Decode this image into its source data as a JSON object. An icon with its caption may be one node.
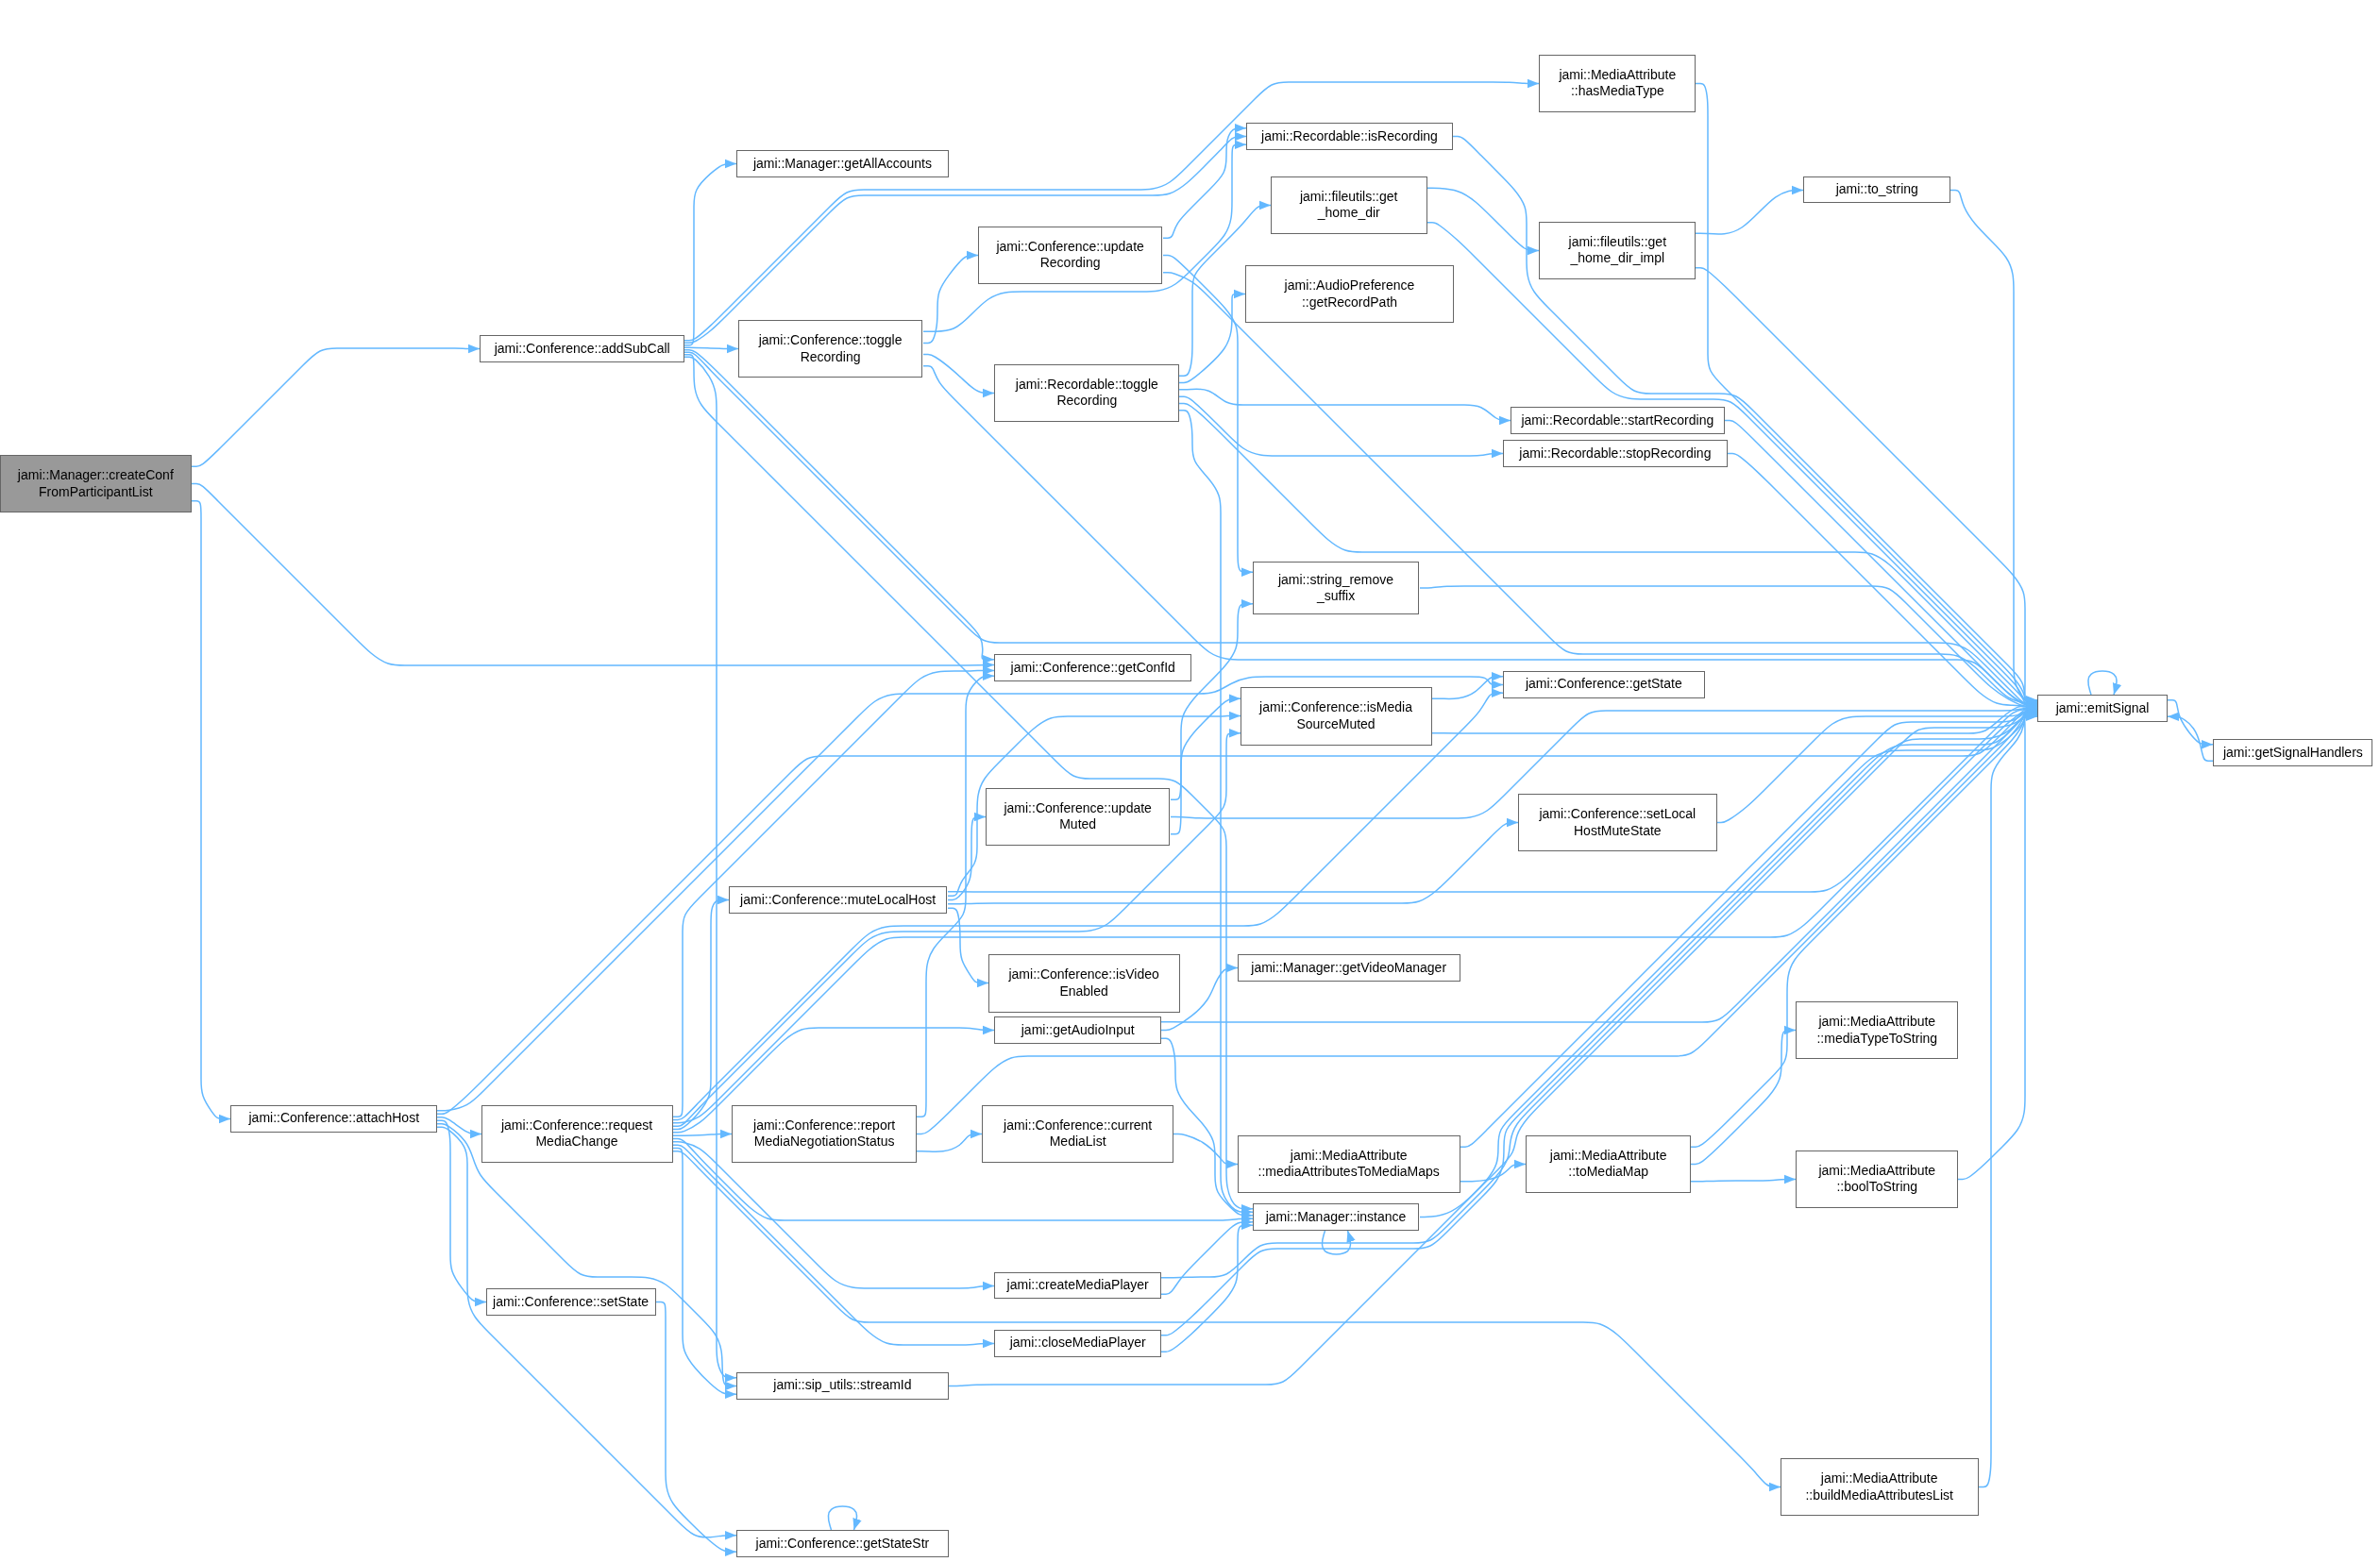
{
  "diagram": {
    "nodes": [
      {
        "text": [
          "jami::Manager::createConf FromParticipantList"
        ]
      },
      {
        "text": [
          "jami::Conference::addSubCall"
        ]
      },
      {
        "text": [
          "jami::Conference::attachHost"
        ]
      },
      {
        "text": [
          "jami::MediaAttribute ::hasMediaType"
        ]
      },
      {
        "text": [
          "jami::Manager::getAllAccounts"
        ]
      },
      {
        "text": [
          "jami::Recordable::isRecording"
        ]
      },
      {
        "text": [
          "jami::Conference::toggle Recording"
        ]
      },
      {
        "text": [
          "jami::Conference::update Recording"
        ]
      },
      {
        "text": [
          "jami::fileutils::get _home_dir"
        ]
      },
      {
        "text": [
          "jami::AudioPreference ::getRecordPath"
        ]
      },
      {
        "text": [
          "jami::fileutils::get _home_dir_impl"
        ]
      },
      {
        "text": [
          "jami::to_string"
        ]
      },
      {
        "text": [
          "jami::Recordable::toggle Recording"
        ]
      },
      {
        "text": [
          "jami::Recordable::startRecording"
        ]
      },
      {
        "text": [
          "jami::Recordable::stopRecording"
        ]
      },
      {
        "text": [
          "jami::string_remove _suffix"
        ]
      },
      {
        "text": [
          "jami::Conference::getConfId"
        ]
      },
      {
        "text": [
          "jami::Conference::getState"
        ]
      },
      {
        "text": [
          "jami::Conference::isMedia SourceMuted"
        ]
      },
      {
        "text": [
          "jami::emitSignal"
        ]
      },
      {
        "text": [
          "jami::getSignalHandlers"
        ]
      },
      {
        "text": [
          "jami::Conference::update Muted"
        ]
      },
      {
        "text": [
          "jami::Conference::setLocal HostMuteState"
        ]
      },
      {
        "text": [
          "jami::Conference::muteLocalHost"
        ]
      },
      {
        "text": [
          "jami::Conference::isVideo Enabled"
        ]
      },
      {
        "text": [
          "jami::Manager::getVideoManager"
        ]
      },
      {
        "text": [
          "jami::getAudioInput"
        ]
      },
      {
        "text": [
          "jami::MediaAttribute ::mediaTypeToString"
        ]
      },
      {
        "text": [
          "jami::Conference::request MediaChange"
        ]
      },
      {
        "text": [
          "jami::Conference::report MediaNegotiationStatus"
        ]
      },
      {
        "text": [
          "jami::Conference::current MediaList"
        ]
      },
      {
        "text": [
          "jami::MediaAttribute ::mediaAttributesToMediaMaps"
        ]
      },
      {
        "text": [
          "jami::MediaAttribute ::toMediaMap"
        ]
      },
      {
        "text": [
          "jami::MediaAttribute ::boolToString"
        ]
      },
      {
        "text": [
          "jami::Manager::instance"
        ]
      },
      {
        "text": [
          "jami::createMediaPlayer"
        ]
      },
      {
        "text": [
          "jami::closeMediaPlayer"
        ]
      },
      {
        "text": [
          "jami::Conference::setState"
        ]
      },
      {
        "text": [
          "jami::sip_utils::streamId"
        ]
      },
      {
        "text": [
          "jami::MediaAttribute ::buildMediaAttributesList"
        ]
      },
      {
        "text": [
          "jami::Conference::getStateStr"
        ]
      }
    ],
    "edges": [
      {
        "from": 0,
        "to": 1,
        "arrow": "to"
      },
      {
        "from": 0,
        "to": 16,
        "arrow": "to"
      },
      {
        "from": 0,
        "to": 2,
        "arrow": "to"
      },
      {
        "from": 1,
        "to": 19,
        "arrow": "to"
      },
      {
        "from": 1,
        "to": 3,
        "arrow": "to"
      },
      {
        "from": 1,
        "to": 4,
        "arrow": "to"
      },
      {
        "from": 1,
        "to": 5,
        "arrow": "to"
      },
      {
        "from": 1,
        "to": 6,
        "arrow": "to"
      },
      {
        "from": 1,
        "to": 16,
        "arrow": "to"
      },
      {
        "from": 1,
        "to": 34,
        "arrow": "to"
      },
      {
        "from": 1,
        "to": 38,
        "arrow": "to"
      },
      {
        "from": 6,
        "to": 5,
        "arrow": "to"
      },
      {
        "from": 6,
        "to": 7,
        "arrow": "to"
      },
      {
        "from": 6,
        "to": 12,
        "arrow": "to"
      },
      {
        "from": 6,
        "to": 19,
        "arrow": "to"
      },
      {
        "from": 7,
        "to": 5,
        "arrow": "to"
      },
      {
        "from": 7,
        "to": 15,
        "arrow": "to"
      },
      {
        "from": 7,
        "to": 19,
        "arrow": "to"
      },
      {
        "from": 12,
        "to": 8,
        "arrow": "to"
      },
      {
        "from": 12,
        "to": 9,
        "arrow": "to"
      },
      {
        "from": 12,
        "to": 13,
        "arrow": "to"
      },
      {
        "from": 12,
        "to": 14,
        "arrow": "to"
      },
      {
        "from": 12,
        "to": 19,
        "arrow": "to"
      },
      {
        "from": 12,
        "to": 34,
        "arrow": "to"
      },
      {
        "from": 8,
        "to": 10,
        "arrow": "to"
      },
      {
        "from": 8,
        "to": 19,
        "arrow": "to"
      },
      {
        "from": 10,
        "to": 11,
        "arrow": "to"
      },
      {
        "from": 10,
        "to": 19,
        "arrow": "to"
      },
      {
        "from": 11,
        "to": 19,
        "arrow": "to"
      },
      {
        "from": 3,
        "to": 19,
        "arrow": "to"
      },
      {
        "from": 5,
        "to": 19,
        "arrow": "to"
      },
      {
        "from": 13,
        "to": 19,
        "arrow": "to"
      },
      {
        "from": 14,
        "to": 19,
        "arrow": "to"
      },
      {
        "from": 15,
        "to": 19,
        "arrow": "to"
      },
      {
        "from": 2,
        "to": 19,
        "arrow": "to"
      },
      {
        "from": 2,
        "to": 17,
        "arrow": "to"
      },
      {
        "from": 2,
        "to": 28,
        "arrow": "to"
      },
      {
        "from": 2,
        "to": 37,
        "arrow": "to"
      },
      {
        "from": 2,
        "to": 38,
        "arrow": "to"
      },
      {
        "from": 2,
        "to": 40,
        "arrow": "to"
      },
      {
        "from": 28,
        "to": 16,
        "arrow": "to"
      },
      {
        "from": 28,
        "to": 17,
        "arrow": "to"
      },
      {
        "from": 28,
        "to": 18,
        "arrow": "to"
      },
      {
        "from": 28,
        "to": 23,
        "arrow": "to"
      },
      {
        "from": 28,
        "to": 26,
        "arrow": "to"
      },
      {
        "from": 28,
        "to": 29,
        "arrow": "to"
      },
      {
        "from": 28,
        "to": 34,
        "arrow": "to"
      },
      {
        "from": 28,
        "to": 35,
        "arrow": "to"
      },
      {
        "from": 28,
        "to": 36,
        "arrow": "to"
      },
      {
        "from": 28,
        "to": 38,
        "arrow": "to"
      },
      {
        "from": 28,
        "to": 19,
        "arrow": "to"
      },
      {
        "from": 28,
        "to": 39,
        "arrow": "to"
      },
      {
        "from": 23,
        "to": 18,
        "arrow": "to"
      },
      {
        "from": 23,
        "to": 21,
        "arrow": "to"
      },
      {
        "from": 23,
        "to": 22,
        "arrow": "to"
      },
      {
        "from": 23,
        "to": 24,
        "arrow": "to"
      },
      {
        "from": 23,
        "to": 19,
        "arrow": "to"
      },
      {
        "from": 21,
        "to": 15,
        "arrow": "to"
      },
      {
        "from": 21,
        "to": 18,
        "arrow": "to"
      },
      {
        "from": 21,
        "to": 19,
        "arrow": "to"
      },
      {
        "from": 18,
        "to": 17,
        "arrow": "to"
      },
      {
        "from": 18,
        "to": 19,
        "arrow": "to"
      },
      {
        "from": 22,
        "to": 19,
        "arrow": "to"
      },
      {
        "from": 26,
        "to": 25,
        "arrow": "to"
      },
      {
        "from": 26,
        "to": 19,
        "arrow": "to"
      },
      {
        "from": 26,
        "to": 34,
        "arrow": "to"
      },
      {
        "from": 29,
        "to": 16,
        "arrow": "to"
      },
      {
        "from": 29,
        "to": 30,
        "arrow": "to"
      },
      {
        "from": 29,
        "to": 19,
        "arrow": "to"
      },
      {
        "from": 30,
        "to": 31,
        "arrow": "to"
      },
      {
        "from": 31,
        "to": 32,
        "arrow": "to"
      },
      {
        "from": 31,
        "to": 19,
        "arrow": "to"
      },
      {
        "from": 32,
        "to": 27,
        "arrow": "to"
      },
      {
        "from": 32,
        "to": 33,
        "arrow": "to"
      },
      {
        "from": 32,
        "to": 19,
        "arrow": "to"
      },
      {
        "from": 33,
        "to": 19,
        "arrow": "to"
      },
      {
        "from": 34,
        "to": 34,
        "arrow": "to"
      },
      {
        "from": 34,
        "to": 19,
        "arrow": "to"
      },
      {
        "from": 35,
        "to": 34,
        "arrow": "to"
      },
      {
        "from": 35,
        "to": 19,
        "arrow": "to"
      },
      {
        "from": 36,
        "to": 34,
        "arrow": "to"
      },
      {
        "from": 36,
        "to": 19,
        "arrow": "to"
      },
      {
        "from": 37,
        "to": 40,
        "arrow": "to"
      },
      {
        "from": 38,
        "to": 19,
        "arrow": "to"
      },
      {
        "from": 39,
        "to": 19,
        "arrow": "to"
      },
      {
        "from": 40,
        "to": 40,
        "arrow": "to"
      },
      {
        "from": 19,
        "to": 19,
        "arrow": "to"
      },
      {
        "from": 19,
        "to": 20,
        "arrow": "to"
      },
      {
        "from": 20,
        "to": 19,
        "arrow": "to"
      }
    ]
  }
}
